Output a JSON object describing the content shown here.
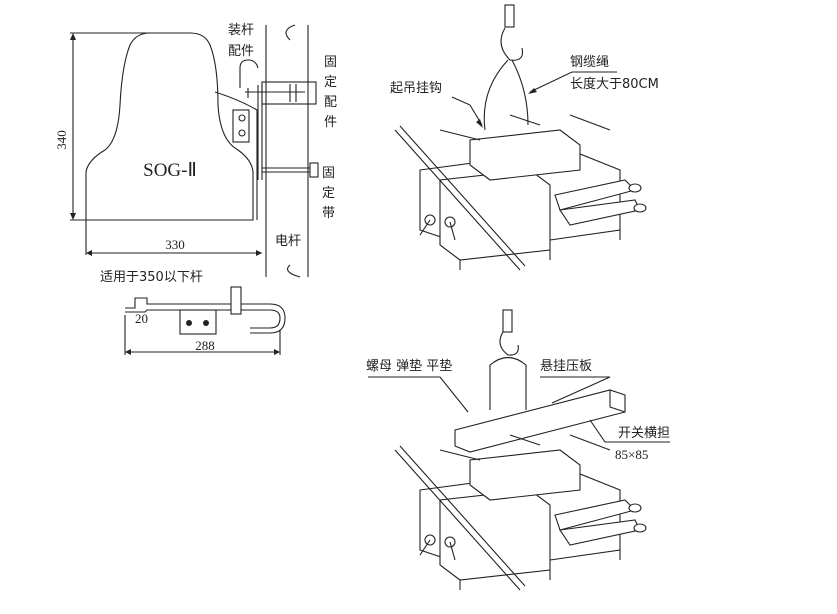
{
  "left_diagram": {
    "model_label": "SOG-Ⅱ",
    "height_dim": "340",
    "width_dim": "330",
    "mount_fitting_line1": "装杆",
    "mount_fitting_line2": "配件",
    "fixing_fitting": [
      "固",
      "定",
      "配",
      "件"
    ],
    "fixing_strap": [
      "固",
      "定",
      "带"
    ],
    "pole_label": "电杆",
    "applicability_note": "适用于350以下杆",
    "small_dim": "20",
    "length_dim": "288"
  },
  "top_right_diagram": {
    "cable_label": "钢缆绳",
    "cable_length_note": "长度大于80CM",
    "hook_label": "起吊挂钩"
  },
  "bottom_right_diagram": {
    "hardware_label": "螺母 弹垫 平垫",
    "clamp_plate_label": "悬挂压板",
    "crossarm_label": "开关横担",
    "crossarm_size": "85×85"
  }
}
